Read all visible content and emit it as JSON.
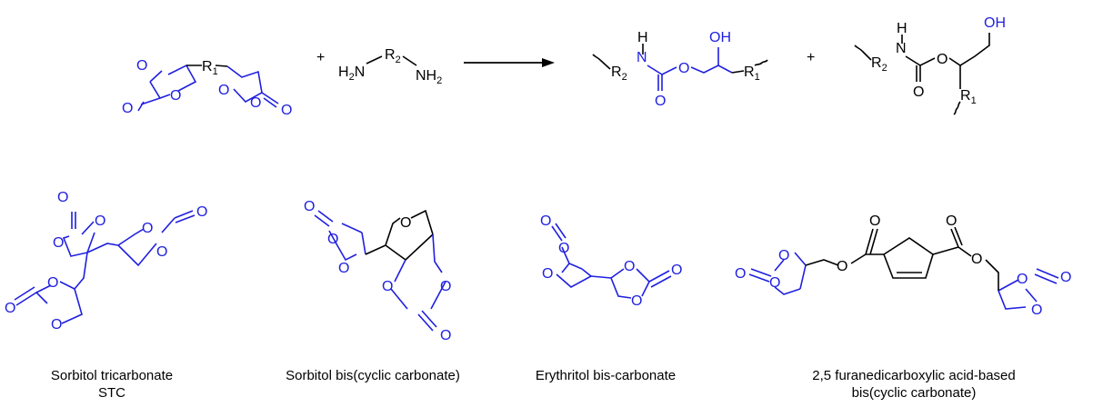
{
  "colors": {
    "structure": "#1f1fe0",
    "ink": "#000000",
    "background": "#ffffff"
  },
  "atoms": {
    "O": "O",
    "N": "N",
    "H": "H",
    "OH": "OH",
    "R": "R",
    "sub1": "1",
    "sub2": "2",
    "H2N_H": "H",
    "H2N_2": "2",
    "H2N_N": "N",
    "NH2_N": "NH",
    "NH2_2": "2"
  },
  "reaction": {
    "plus": "+"
  },
  "captions": {
    "stc_line1": "Sorbitol tricarbonate",
    "stc_line2": "STC",
    "sorbitol_bis": "Sorbitol bis(cyclic carbonate)",
    "erythritol": "Erythritol bis-carbonate",
    "furan_line1": "2,5 furanedicarboxylic acid-based",
    "furan_line2": "bis(cyclic carbonate)"
  }
}
